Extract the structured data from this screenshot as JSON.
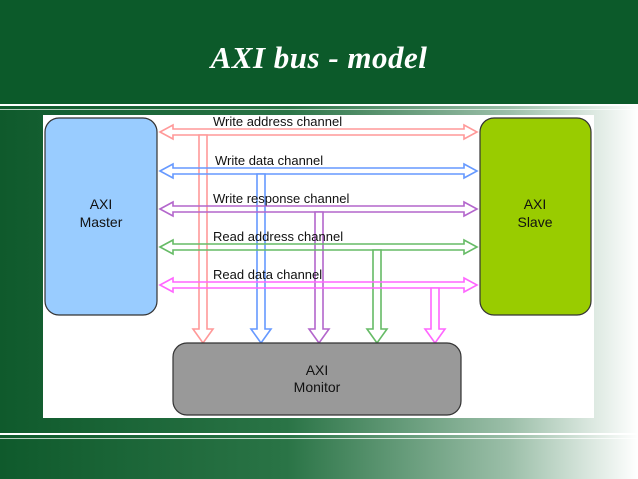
{
  "slide": {
    "title": "AXI bus - model"
  },
  "diagram": {
    "master": {
      "line1": "AXI",
      "line2": "Master",
      "color": "#99ccff"
    },
    "slave": {
      "line1": "AXI",
      "line2": "Slave",
      "color": "#99cc00"
    },
    "monitor": {
      "line1": "AXI",
      "line2": "Monitor",
      "color": "#999999"
    },
    "channels": [
      {
        "label": "Write address channel",
        "color": "#ff9999"
      },
      {
        "label": "Write data channel",
        "color": "#6699ff"
      },
      {
        "label": "Write response channel",
        "color": "#b366cc"
      },
      {
        "label": "Read address channel",
        "color": "#66bb66"
      },
      {
        "label": "Read data channel",
        "color": "#ff66ff"
      }
    ]
  }
}
